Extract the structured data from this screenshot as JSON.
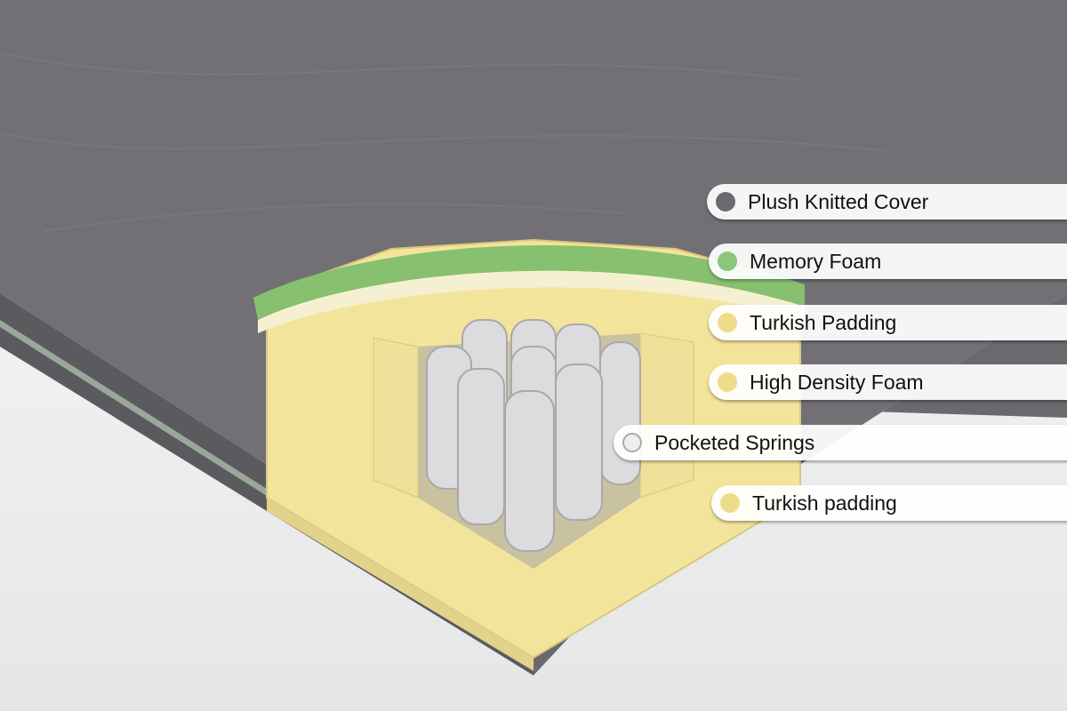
{
  "layers": [
    {
      "label": "Plush Knitted Cover",
      "color": "#6b6a6e"
    },
    {
      "label": "Memory Foam",
      "color": "#8cc67a"
    },
    {
      "label": "Turkish Padding",
      "color": "#eedc8c"
    },
    {
      "label": "High Density Foam",
      "color": "#eedc8c"
    },
    {
      "label": "Pocketed Springs",
      "color": "#eeeeee"
    },
    {
      "label": "Turkish padding",
      "color": "#eedc8c"
    }
  ],
  "colors": {
    "cover": "#6f6d72",
    "side": "#5b5a5e",
    "foam_yellow": "#f3e49c",
    "memory_green": "#87c06e",
    "spring": "#dcdcde"
  }
}
